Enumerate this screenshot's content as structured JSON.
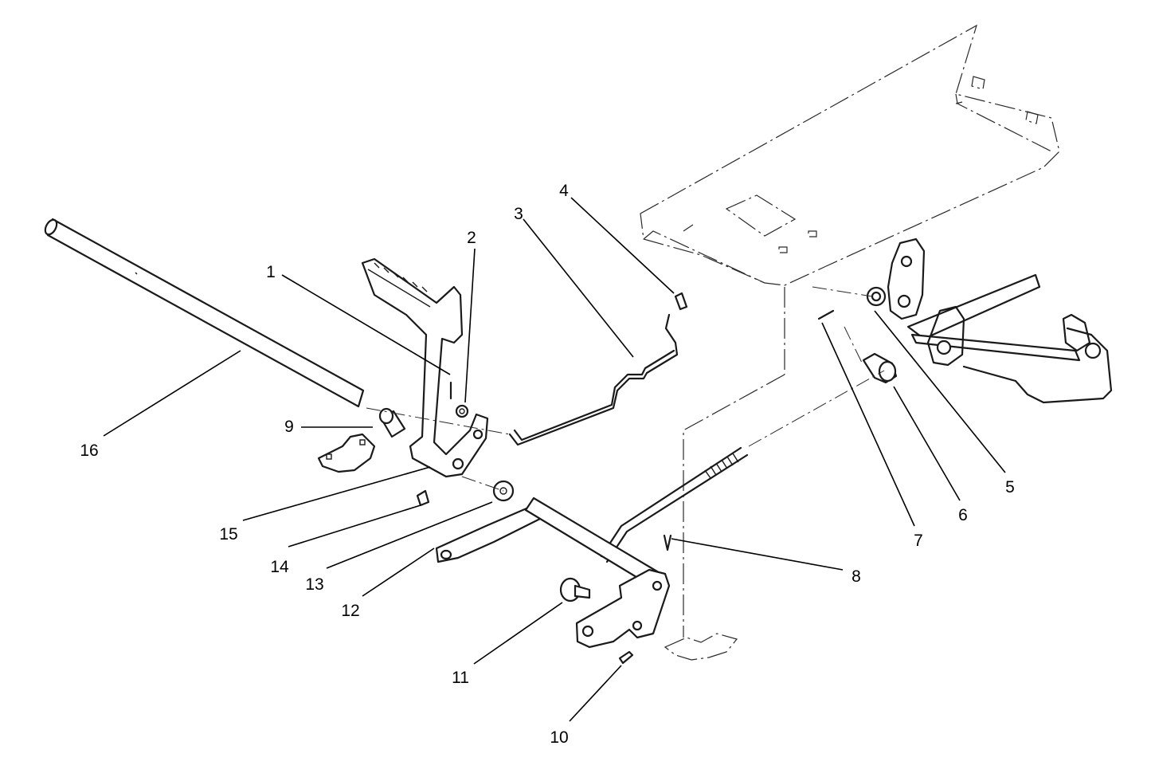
{
  "callouts": [
    {
      "id": "c1",
      "text": "1"
    },
    {
      "id": "c2",
      "text": "2"
    },
    {
      "id": "c3",
      "text": "3"
    },
    {
      "id": "c4",
      "text": "4"
    },
    {
      "id": "c5",
      "text": "5"
    },
    {
      "id": "c6",
      "text": "6"
    },
    {
      "id": "c7",
      "text": "7"
    },
    {
      "id": "c8",
      "text": "8"
    },
    {
      "id": "c9",
      "text": "9"
    },
    {
      "id": "c10",
      "text": "10"
    },
    {
      "id": "c11",
      "text": "11"
    },
    {
      "id": "c12",
      "text": "12"
    },
    {
      "id": "c13",
      "text": "13"
    },
    {
      "id": "c14",
      "text": "14"
    },
    {
      "id": "c15",
      "text": "15"
    },
    {
      "id": "c16",
      "text": "16"
    }
  ],
  "colors": {
    "line": "#1a1a1a",
    "background": "#ffffff"
  }
}
